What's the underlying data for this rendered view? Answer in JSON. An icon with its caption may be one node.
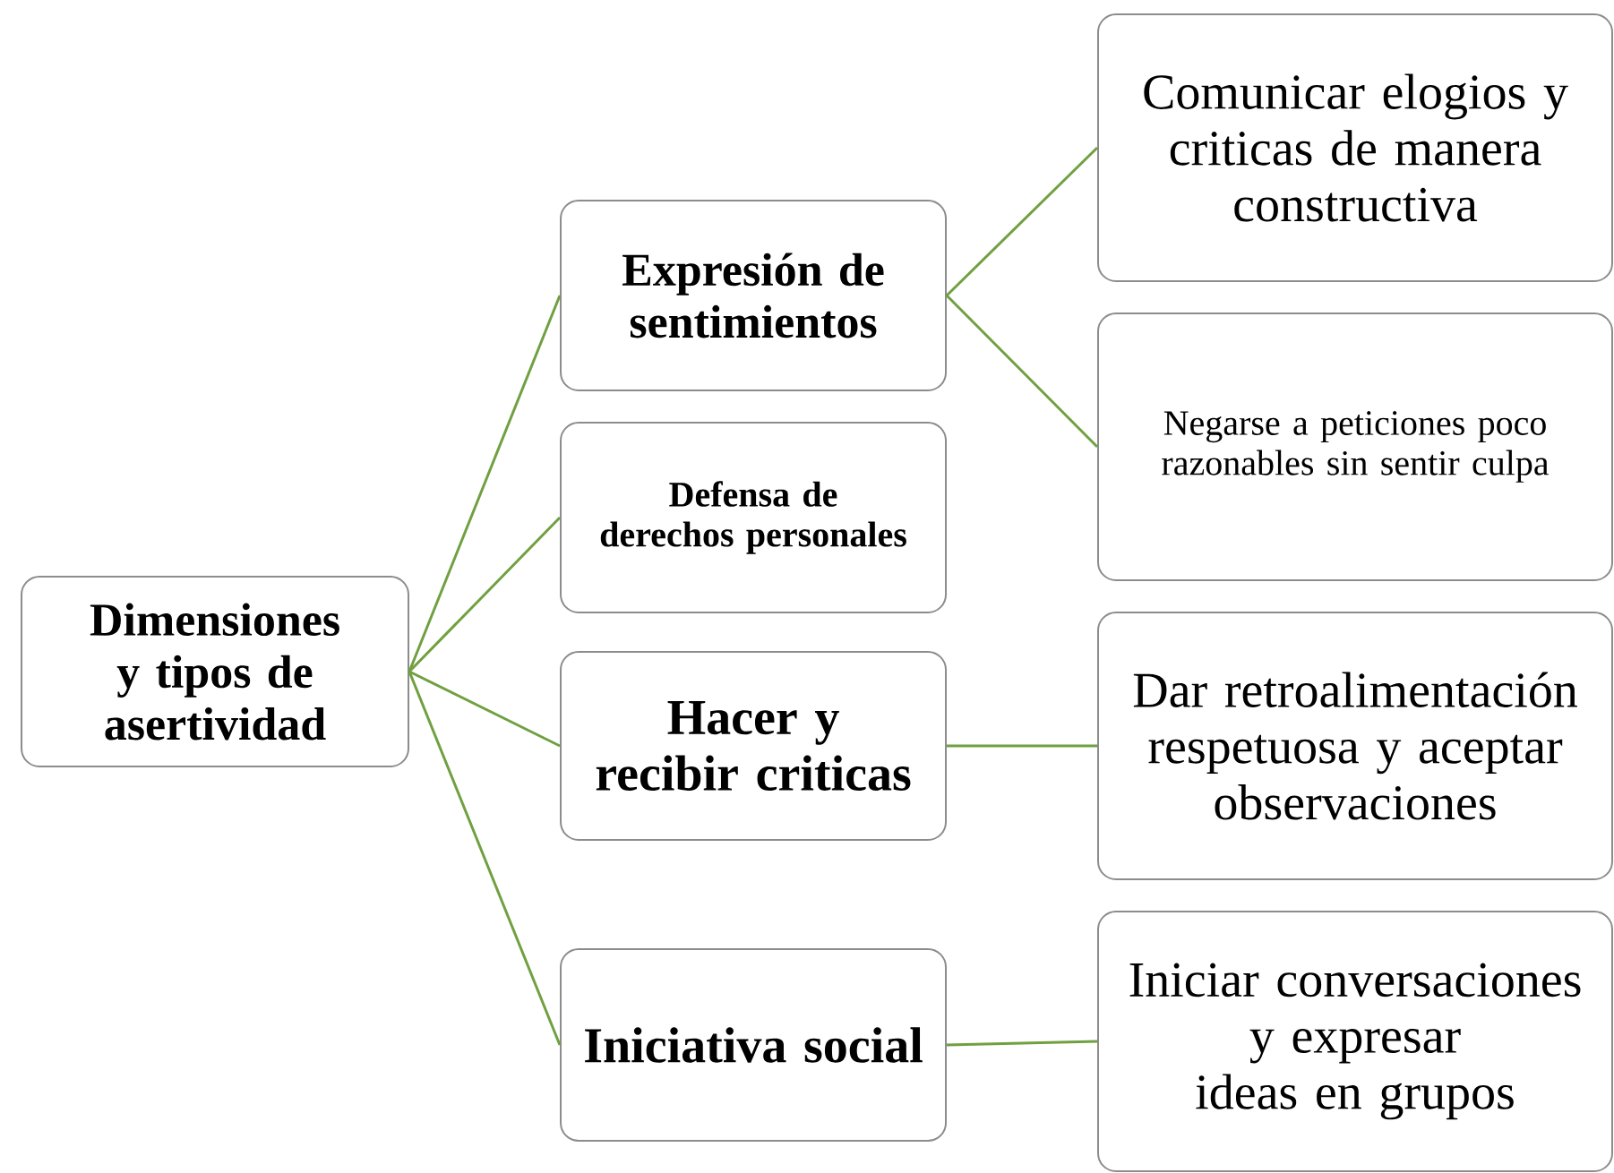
{
  "diagram": {
    "nodes": [
      {
        "text": [
          "Dimensiones y tipos de asertividad"
        ]
      },
      {
        "text": [
          "Expresión de sentimientos"
        ]
      },
      {
        "text": [
          "Defensa de derechos personales"
        ]
      },
      {
        "text": [
          "Hacer y recibir criticas"
        ]
      },
      {
        "text": [
          "Iniciativa social"
        ]
      },
      {
        "text": [
          "Comunicar elogios y criticas de manera constructiva"
        ]
      },
      {
        "text": [
          "Negarse a peticiones poco razonables sin sentir culpa"
        ]
      },
      {
        "text": [
          "Dar retroalimentación respetuosa y aceptar observaciones"
        ]
      },
      {
        "text": [
          "Iniciar conversaciones y expresar ideas en grupos"
        ]
      }
    ],
    "edges": [
      {
        "from": 0,
        "to": 1,
        "arrow": "none"
      },
      {
        "from": 0,
        "to": 2,
        "arrow": "none"
      },
      {
        "from": 0,
        "to": 3,
        "arrow": "none"
      },
      {
        "from": 0,
        "to": 4,
        "arrow": "none"
      },
      {
        "from": 1,
        "to": 5,
        "arrow": "none"
      },
      {
        "from": 1,
        "to": 6,
        "arrow": "none"
      },
      {
        "from": 3,
        "to": 7,
        "arrow": "none"
      },
      {
        "from": 4,
        "to": 8,
        "arrow": "none"
      }
    ]
  }
}
